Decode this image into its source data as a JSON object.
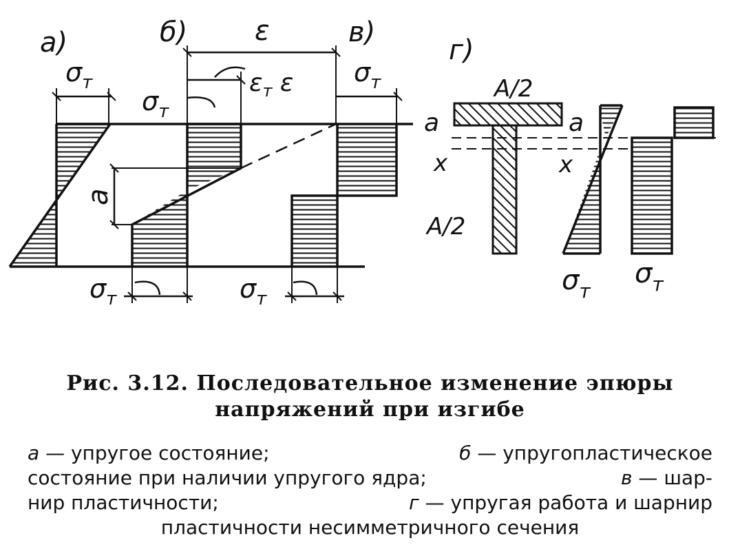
{
  "labels": {
    "a": "а)",
    "b": "б)",
    "v": "в)",
    "g": "г)",
    "sigma_t": "σ",
    "t_sub": "т",
    "epsilon": "ε",
    "eps_t_eps": "ε",
    "eps_tail": " ε",
    "dim_a": "a",
    "axis_a": "a",
    "axis_x": "x",
    "half_area": "A/2"
  },
  "caption": {
    "line1": "Рис.  3.12.   Последовательное   изменение   эпюры",
    "line2": "напряжений  при  изгибе"
  },
  "legend": [
    {
      "key": "а",
      "text": " — упругое  состояние;"
    },
    {
      "key": "б",
      "text": " — упругопластическое"
    },
    {
      "plain": "состояние  при  наличии  упругого  ядра;"
    },
    {
      "key": "в",
      "text": " — шар-"
    },
    {
      "plain": "нир  пластичности;"
    },
    {
      "key": "г",
      "text": " — упругая  работа  и  шарнир"
    },
    {
      "plain": "пластичности  несимметричного  сечения"
    }
  ]
}
